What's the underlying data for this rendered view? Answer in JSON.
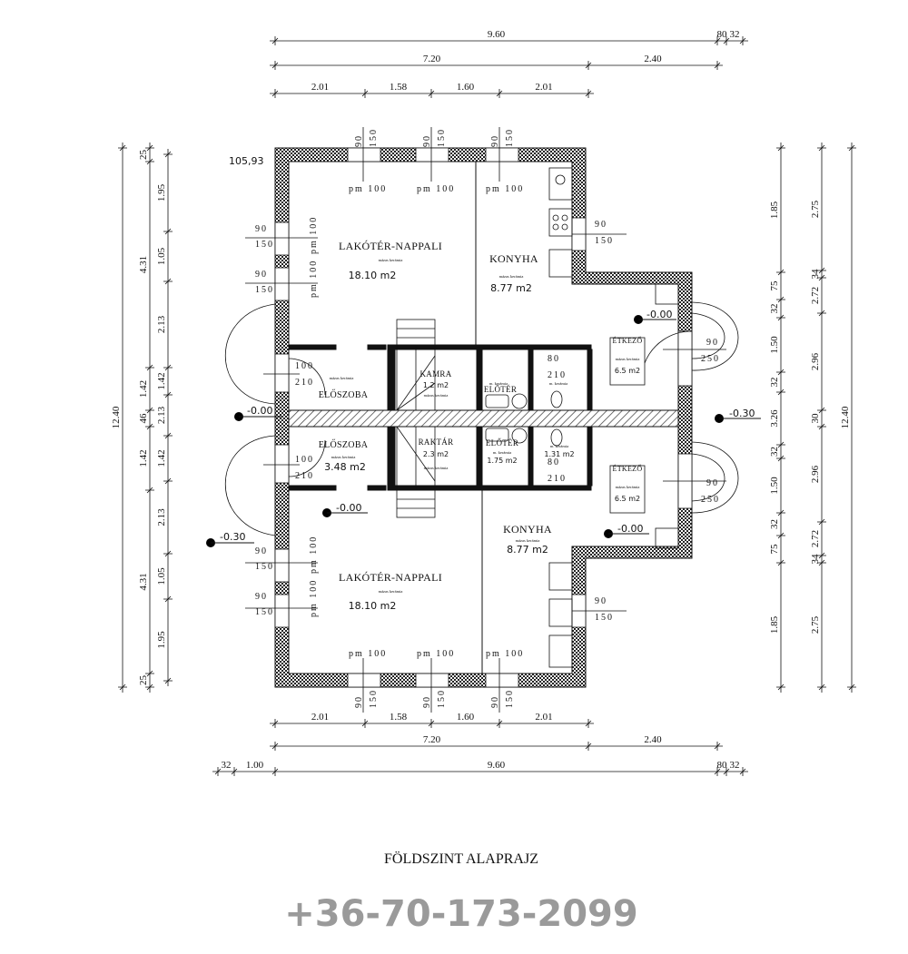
{
  "title": "FÖLDSZINT ALAPRAJZ",
  "elevation_ref": "105,93",
  "watermark": "+36-70-173-2099",
  "dimensions": {
    "top_overall": [
      "9.60",
      "80",
      "32"
    ],
    "top_mid": [
      "7.20",
      "2.40"
    ],
    "top_detail": [
      "2.01",
      "1.58",
      "1.60",
      "2.01"
    ],
    "bottom_detail": [
      "2.01",
      "1.58",
      "1.60",
      "2.01"
    ],
    "bottom_mid": [
      "7.20",
      "2.40"
    ],
    "bottom_overall": [
      "32",
      "1.00",
      "9.60",
      "80",
      "32"
    ],
    "left_overall": [
      "12.40"
    ],
    "left_mid": [
      "25",
      "4.31",
      "1.42",
      "46",
      "1.42",
      "4.31",
      "25"
    ],
    "left_detail": [
      "1.95",
      "1.05",
      "2.13",
      "1.42",
      "2.13",
      "1.42",
      "2.13",
      "1.05",
      "1.95"
    ],
    "right_detail": [
      "1.85",
      "75",
      "32",
      "1.50",
      "32",
      "3.26",
      "32",
      "1.50",
      "32",
      "75",
      "1.85"
    ],
    "right_mid": [
      "2.75",
      "34",
      "2.72",
      "2.96",
      "30",
      "2.96",
      "2.72",
      "34",
      "2.75"
    ],
    "right_overall": [
      "12.40"
    ]
  },
  "rooms": {
    "living_upper": {
      "name": "LAKÓTÉR-NAPPALI",
      "floor": "mázas kerámia",
      "area": "18.10 m2"
    },
    "kitchen_upper": {
      "name": "KONYHA",
      "floor": "mázas kerámia",
      "area": "8.77 m2"
    },
    "hall_upper": {
      "name": "ELŐSZOBA",
      "floor": "mázas kerámia"
    },
    "pantry_upper": {
      "name": "KAMRA",
      "floor": "mázas kerámia",
      "area": "1.2 m2"
    },
    "vestibule_upper": {
      "name": "ELŐTÉR",
      "floor": "m. kerámia"
    },
    "wc_upper": {
      "floor": "m. kerámia"
    },
    "dining_upper": {
      "name": "ÉTKEZŐ",
      "floor": "mázas kerámia",
      "area": "6.5 m2"
    },
    "hall_lower": {
      "name": "ELŐSZOBA",
      "floor": "mázas kerámia",
      "area": "3.48 m2"
    },
    "storage_lower": {
      "name": "RAKTÁR",
      "floor": "mázas kerámia",
      "area": "2.3 m2"
    },
    "vestibule_lower": {
      "name": "ELŐTÉR",
      "floor": "m. kerámia",
      "area": "1.75 m2"
    },
    "wc_lower": {
      "floor": "m. kerámia",
      "area": "1.31 m2"
    },
    "dining_lower": {
      "name": "ÉTKEZŐ",
      "floor": "mázas kerámia",
      "area": "6.5 m2"
    },
    "kitchen_lower": {
      "name": "KONYHA",
      "floor": "mázas kerámia",
      "area": "8.77 m2"
    },
    "living_lower": {
      "name": "LAKÓTÉR-NAPPALI",
      "floor": "mázas kerámia",
      "area": "18.10 m2"
    }
  },
  "openings": {
    "window_w": "90",
    "window_h": "150",
    "sill": "pm 100",
    "entry_w": "100",
    "entry_h": "210",
    "wc_door_w": "80",
    "wc_door_h": "210",
    "terrace_w": "90",
    "terrace_h": "250"
  },
  "levels": {
    "inside": "-0.00",
    "outside": "-0.30",
    "entry": "-0.00"
  }
}
